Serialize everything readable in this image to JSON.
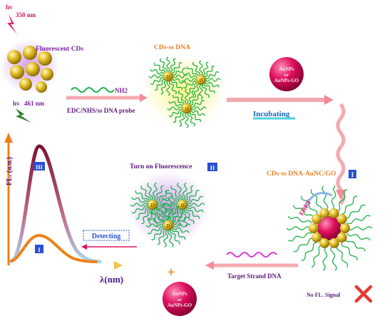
{
  "excitation": {
    "hv_top": "hv",
    "wavelength_top": "350 nm",
    "hv_bottom": "hv",
    "wavelength_bottom": "461 nm"
  },
  "labels": {
    "fluorescent_cds": "Fluorescent CDs",
    "nh2": "NH2",
    "edc_probe": "EDC/NHS/ss DNA probe",
    "cds_ss_dna": "CDs-ss DNA",
    "dot_letter": "D",
    "aunps_line1": "AuNPs",
    "aunps_line2": "or",
    "aunps_line3": "AuNPs-GO",
    "incubating": "Incubating",
    "complex": "CDs-ss DNA-AuNC/GO",
    "complex_badge": "I",
    "fret": "FRET",
    "no_signal": "No FL. Signal",
    "target_strand": "Target Strand DNA",
    "turn_on": "Turn on Fluorescence",
    "turn_on_badge": "II",
    "detecting": "Detecting",
    "plus": "+",
    "peak_high_badge": "III",
    "peak_low_badge": "I"
  },
  "plot": {
    "ylabel": "FL. (a.u.)",
    "xlabel": "λ(nm)"
  },
  "colors": {
    "title_purple": "#7b1fa2",
    "probe_purple": "#5c1a7a",
    "pink_arrow": "#f4a9b0",
    "magenta_sphere": "#e0115f",
    "gold": "#e6c12a",
    "green_strand": "#1db34a",
    "curve_high": "#8b1a3b",
    "curve_low": "#f07f1a",
    "badge_blue": "#2a4fd6"
  }
}
